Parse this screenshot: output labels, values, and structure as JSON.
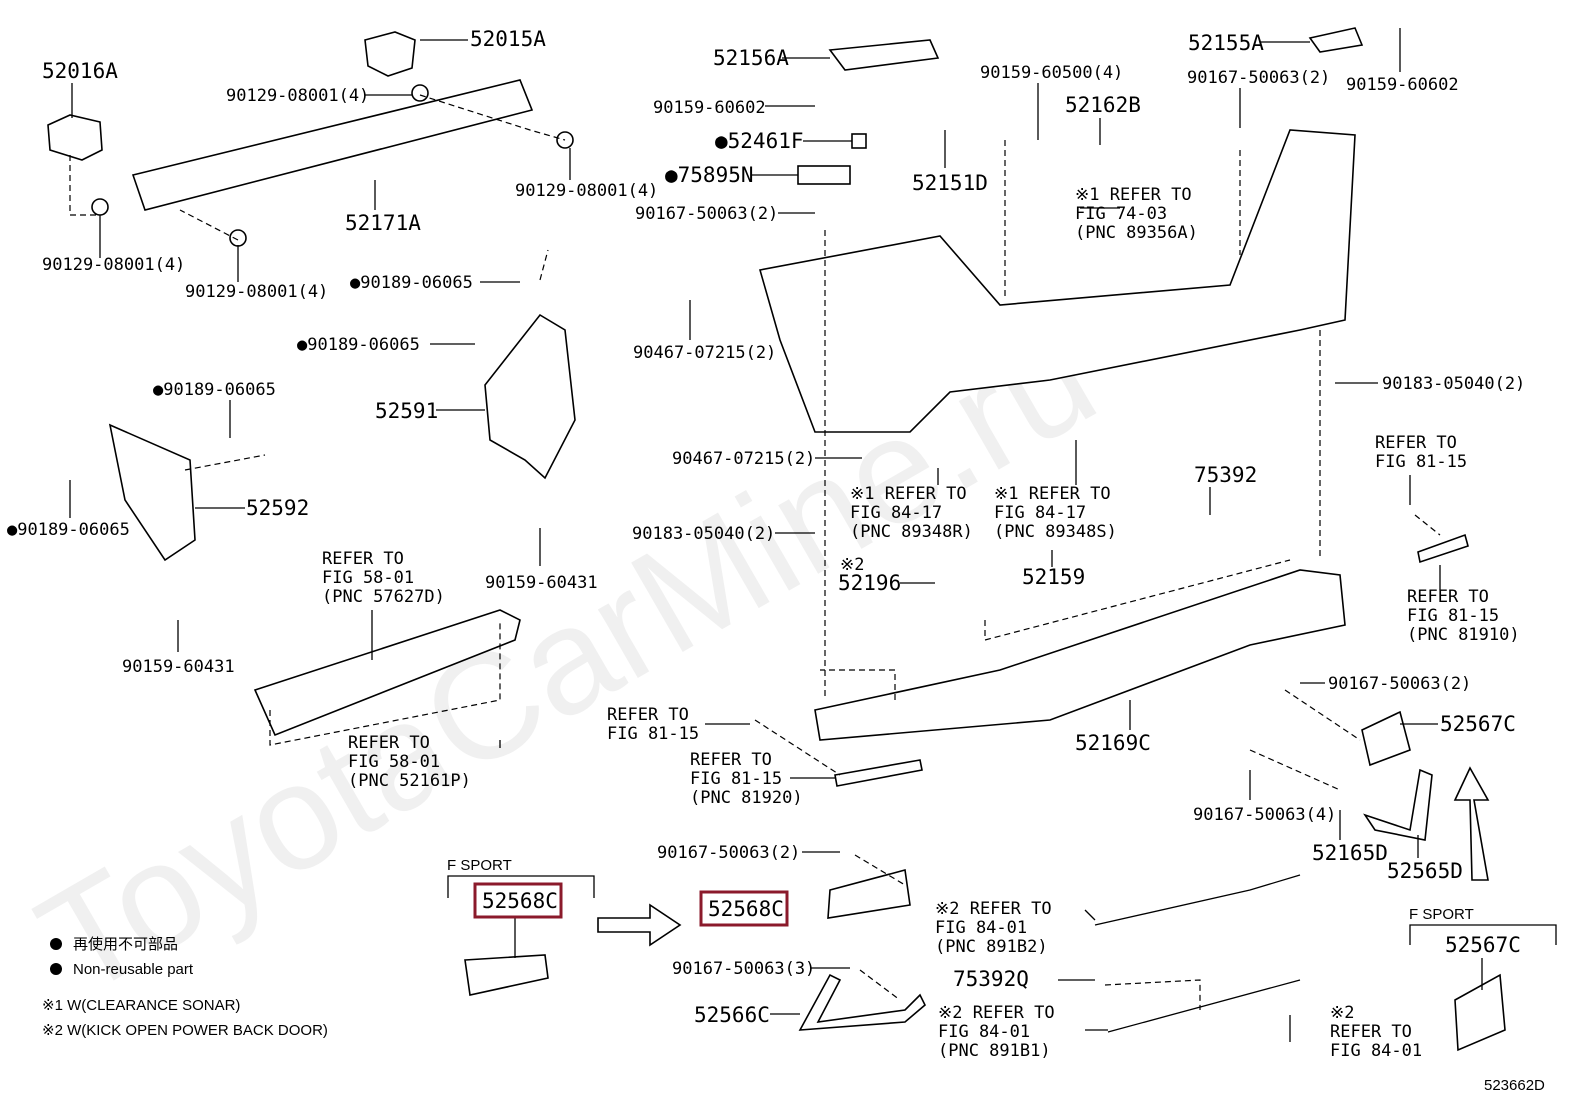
{
  "watermark": "ToyotaCarMine.ru",
  "diagram_id": "523662D",
  "parts": [
    "52016A",
    "52015A",
    "90129-08001(4)",
    "90129-08001(4)",
    "52171A",
    "90129-08001(4)",
    "90129-08001(4)",
    "52156A",
    "90159-60602",
    "●52461F",
    "●75895N",
    "90167-50063(2)",
    "90467-07215(2)",
    "90159-60500(4)",
    "52162B",
    "52151D",
    "52155A",
    "90167-50063(2)",
    "90159-60602",
    "●90189-06065",
    "●90189-06065",
    "52591",
    "●90189-06065",
    "52592",
    "●90189-06065",
    "90159-60431",
    "90159-60431",
    "90183-05040(2)",
    "90467-07215(2)",
    "90183-05040(2)",
    "75392",
    "52159",
    "52196",
    "52169C",
    "90167-50063(2)",
    "52567C",
    "90167-50063(4)",
    "52165D",
    "52565D",
    "90167-50063(2)",
    "52568C",
    "90167-50063(3)",
    "52566C",
    "75392Q",
    "52568C",
    "52567C"
  ],
  "refs": [
    "※1 REFER TO|FIG 74-03|(PNC 89356A)",
    "※1 REFER TO|FIG 84-17|(PNC 89348R)",
    "※1 REFER TO|FIG 84-17|(PNC 89348S)",
    "REFER TO|FIG 58-01|(PNC 57627D)",
    "REFER TO|FIG 58-01|(PNC 52161P)",
    "REFER TO|FIG 81-15",
    "REFER TO|FIG 81-15|(PNC 81920)",
    "REFER TO|FIG 81-15",
    "REFER TO|FIG 81-15|(PNC 81910)",
    "※2 REFER TO|FIG 84-01|(PNC 891B2)",
    "※2 REFER TO|FIG 84-01|(PNC 891B1)",
    "※2|REFER TO|FIG 84-01",
    "※2"
  ],
  "f_sport_labels": [
    "F SPORT",
    "F SPORT"
  ],
  "legend": {
    "non_reusable_jp": "再使用不可部品",
    "non_reusable_en": "Non-reusable part",
    "note1": "※1 W(CLEARANCE SONAR)",
    "note2": "※2 W(KICK OPEN POWER BACK DOOR)"
  },
  "colors": {
    "highlight": "#8b1a2b",
    "ink": "#000000",
    "paper": "#ffffff"
  }
}
